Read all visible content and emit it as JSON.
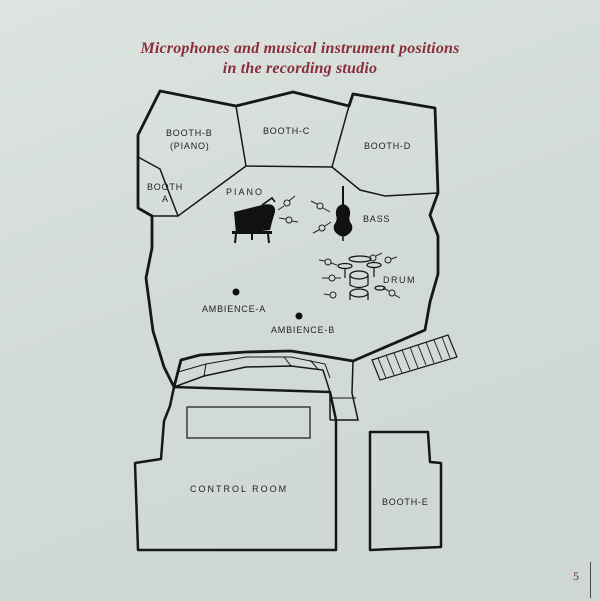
{
  "title": {
    "line1": "Microphones and musical instrument positions",
    "line2": "in the recording studio"
  },
  "rooms": {
    "booth_b": [
      "BOOTH-B",
      "(PIANO)"
    ],
    "booth_c": "BOOTH-C",
    "booth_d": "BOOTH-D",
    "booth_a": [
      "BOOTH",
      "A"
    ],
    "control_room": "CONTROL ROOM",
    "booth_e": "BOOTH-E"
  },
  "instruments": {
    "piano": "PIANO",
    "bass": "BASS",
    "drum": "DRUM"
  },
  "microphones": {
    "ambience_a": "AMBIENCE-A",
    "ambience_b": "AMBIENCE-B"
  },
  "page": {
    "number": "5"
  },
  "colors": {
    "title": "#8a2d3a",
    "walls": "#15171c",
    "background": "#d5dcd9"
  }
}
